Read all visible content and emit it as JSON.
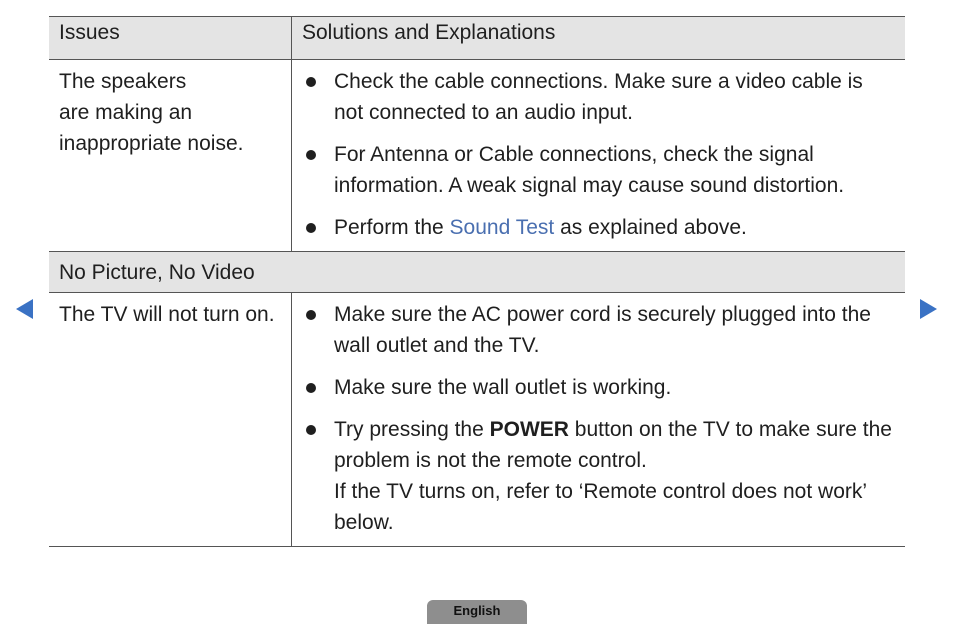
{
  "table": {
    "header": {
      "issues": "Issues",
      "solutions": "Solutions and Explanations"
    },
    "rows": [
      {
        "issue": "The speakers are making an inappropriate noise.",
        "issue_lines": [
          "The speakers",
          "are making an",
          "inappropriate noise."
        ],
        "solutions": [
          {
            "text": "Check the cable connections. Make sure a video cable is not connected to an audio input."
          },
          {
            "text": "For Antenna or Cable connections, check the signal information. A weak signal may cause sound distortion."
          },
          {
            "pre": "Perform the ",
            "link": "Sound Test",
            "post": " as explained above."
          }
        ]
      },
      {
        "section": "No Picture, No Video"
      },
      {
        "issue": "The TV will not turn on.",
        "solutions": [
          {
            "text": "Make sure the AC power cord is securely plugged into the wall outlet and the TV."
          },
          {
            "text": "Make sure the wall outlet is working."
          },
          {
            "pre": "Try pressing the ",
            "bold": "POWER",
            "post": " button on the TV to make sure the problem is not the remote control.",
            "extra": "If the TV turns on, refer to ‘Remote control does not work’ below."
          }
        ]
      }
    ]
  },
  "nav": {
    "prev_icon": "triangle-left-icon",
    "next_icon": "triangle-right-icon",
    "color": "#3a72c4"
  },
  "language_tab": "English",
  "colors": {
    "header_bg": "#e4e4e4",
    "link": "#4a6fb0"
  }
}
